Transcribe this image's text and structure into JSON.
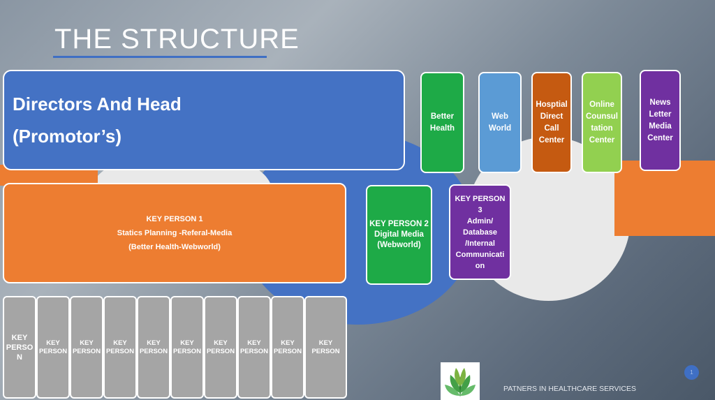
{
  "slide": {
    "title": "THE STRUCTURE"
  },
  "directors": {
    "line1": "Directors And Head",
    "line2": "(Promotor’s)"
  },
  "top_boxes": [
    {
      "label": "Better\nHealth",
      "color": "#1eaa47"
    },
    {
      "label": "Web\nWorld",
      "color": "#5b9bd5"
    },
    {
      "label": "Hosptial\nDirect\nCall\nCenter",
      "color": "#c55a11"
    },
    {
      "label": "Online\nCounsul\ntation\nCenter",
      "color": "#92d050"
    },
    {
      "label": "News\nLetter\nMedia\nCenter",
      "color": "#7030a0"
    }
  ],
  "key_person_1": {
    "line1": "KEY PERSON 1",
    "line2": "Statics Planning -Referal-Media",
    "line3": "(Better Health-Webworld)"
  },
  "key_person_2": {
    "label": "KEY PERSON 2\nDigital Media\n(Webworld)",
    "color": "#1eaa47"
  },
  "key_person_3": {
    "label": "KEY PERSON\n3\nAdmin/\nDatabase\n/Internal\nCommunicati\non",
    "color": "#7030a0"
  },
  "grey_boxes": [
    "KEY\nPERSO\nN",
    "KEY\nPERSON",
    "KEY\nPERSON",
    "KEY\nPERSON",
    "KEY\nPERSON",
    "KEY\nPERSON",
    "KEY\nPERSON",
    "KEY\nPERSON",
    "KEY\nPERSON",
    "KEY\nPERSON"
  ],
  "footer": {
    "text": "PATNERS IN HEALTHCARE SERVICES",
    "page_number": "1"
  },
  "logo": {
    "icon": "leaf-logo-icon"
  }
}
